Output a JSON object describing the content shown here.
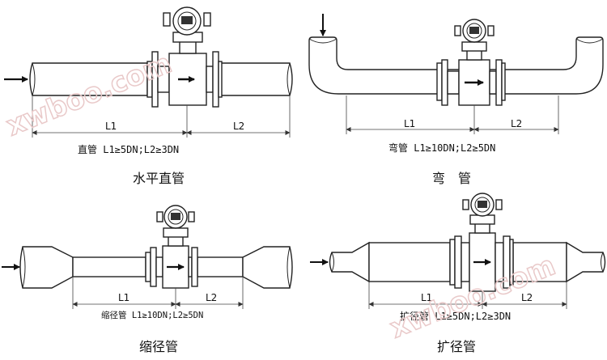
{
  "watermark": "xwboo.com",
  "panels": {
    "straight": {
      "requirement": "直管 L1≥5DN;L2≥3DN",
      "caption": "水平直管",
      "dim_l1": "L1",
      "dim_l2": "L2"
    },
    "elbow": {
      "requirement": "弯管 L1≥10DN;L2≥5DN",
      "caption": "弯　管",
      "dim_l1": "L1",
      "dim_l2": "L2"
    },
    "reducer": {
      "requirement": "缩径管 L1≥10DN;L2≥5DN",
      "caption": "缩径管",
      "dim_l1": "L1",
      "dim_l2": "L2"
    },
    "expander": {
      "requirement": "扩径管 L1≥5DN;L2≥3DN",
      "caption": "扩径管",
      "dim_l1": "L1",
      "dim_l2": "L2"
    }
  }
}
